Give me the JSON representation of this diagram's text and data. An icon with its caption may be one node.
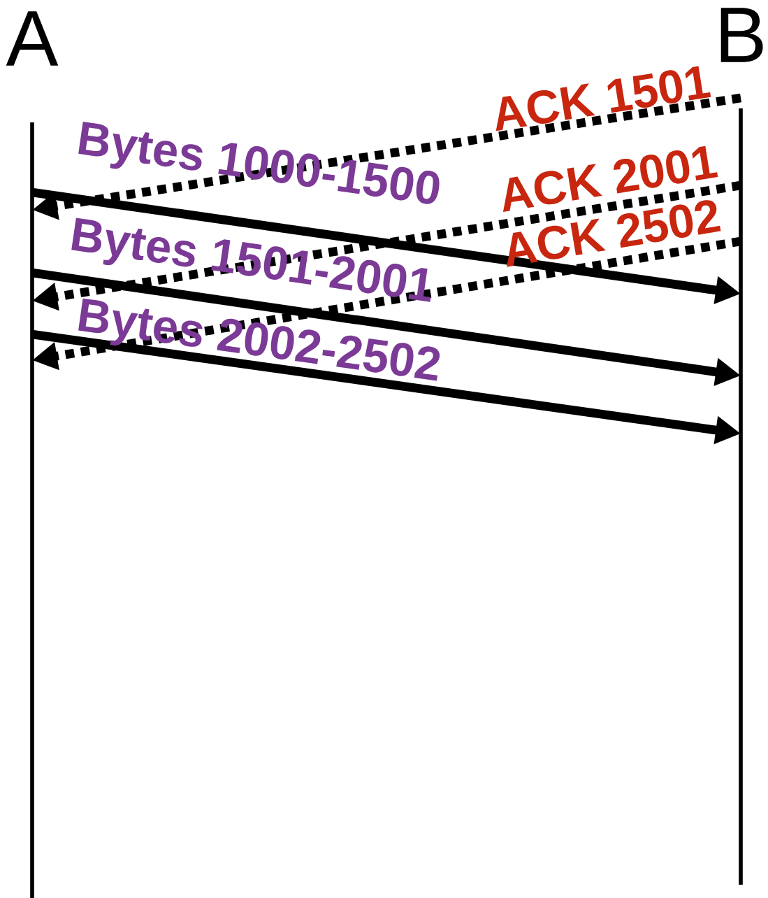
{
  "diagram": {
    "nodes": [
      {
        "text": [
          "A"
        ]
      },
      {
        "text": [
          "B"
        ]
      }
    ],
    "edges": [
      {
        "from": 1,
        "to": 0,
        "arrow": "to",
        "label": "ACK 1501",
        "style": "dashed"
      },
      {
        "from": 0,
        "to": 1,
        "arrow": "to",
        "label": "Bytes 1000-1500"
      },
      {
        "from": 1,
        "to": 0,
        "arrow": "to",
        "label": "ACK 2001",
        "style": "dashed"
      },
      {
        "from": 0,
        "to": 1,
        "arrow": "to",
        "label": "Bytes 1501-2001"
      },
      {
        "from": 1,
        "to": 0,
        "arrow": "to",
        "label": "ACK 2502",
        "style": "dashed"
      },
      {
        "from": 0,
        "to": 1,
        "arrow": "to",
        "label": "Bytes 2002-2502"
      }
    ]
  }
}
